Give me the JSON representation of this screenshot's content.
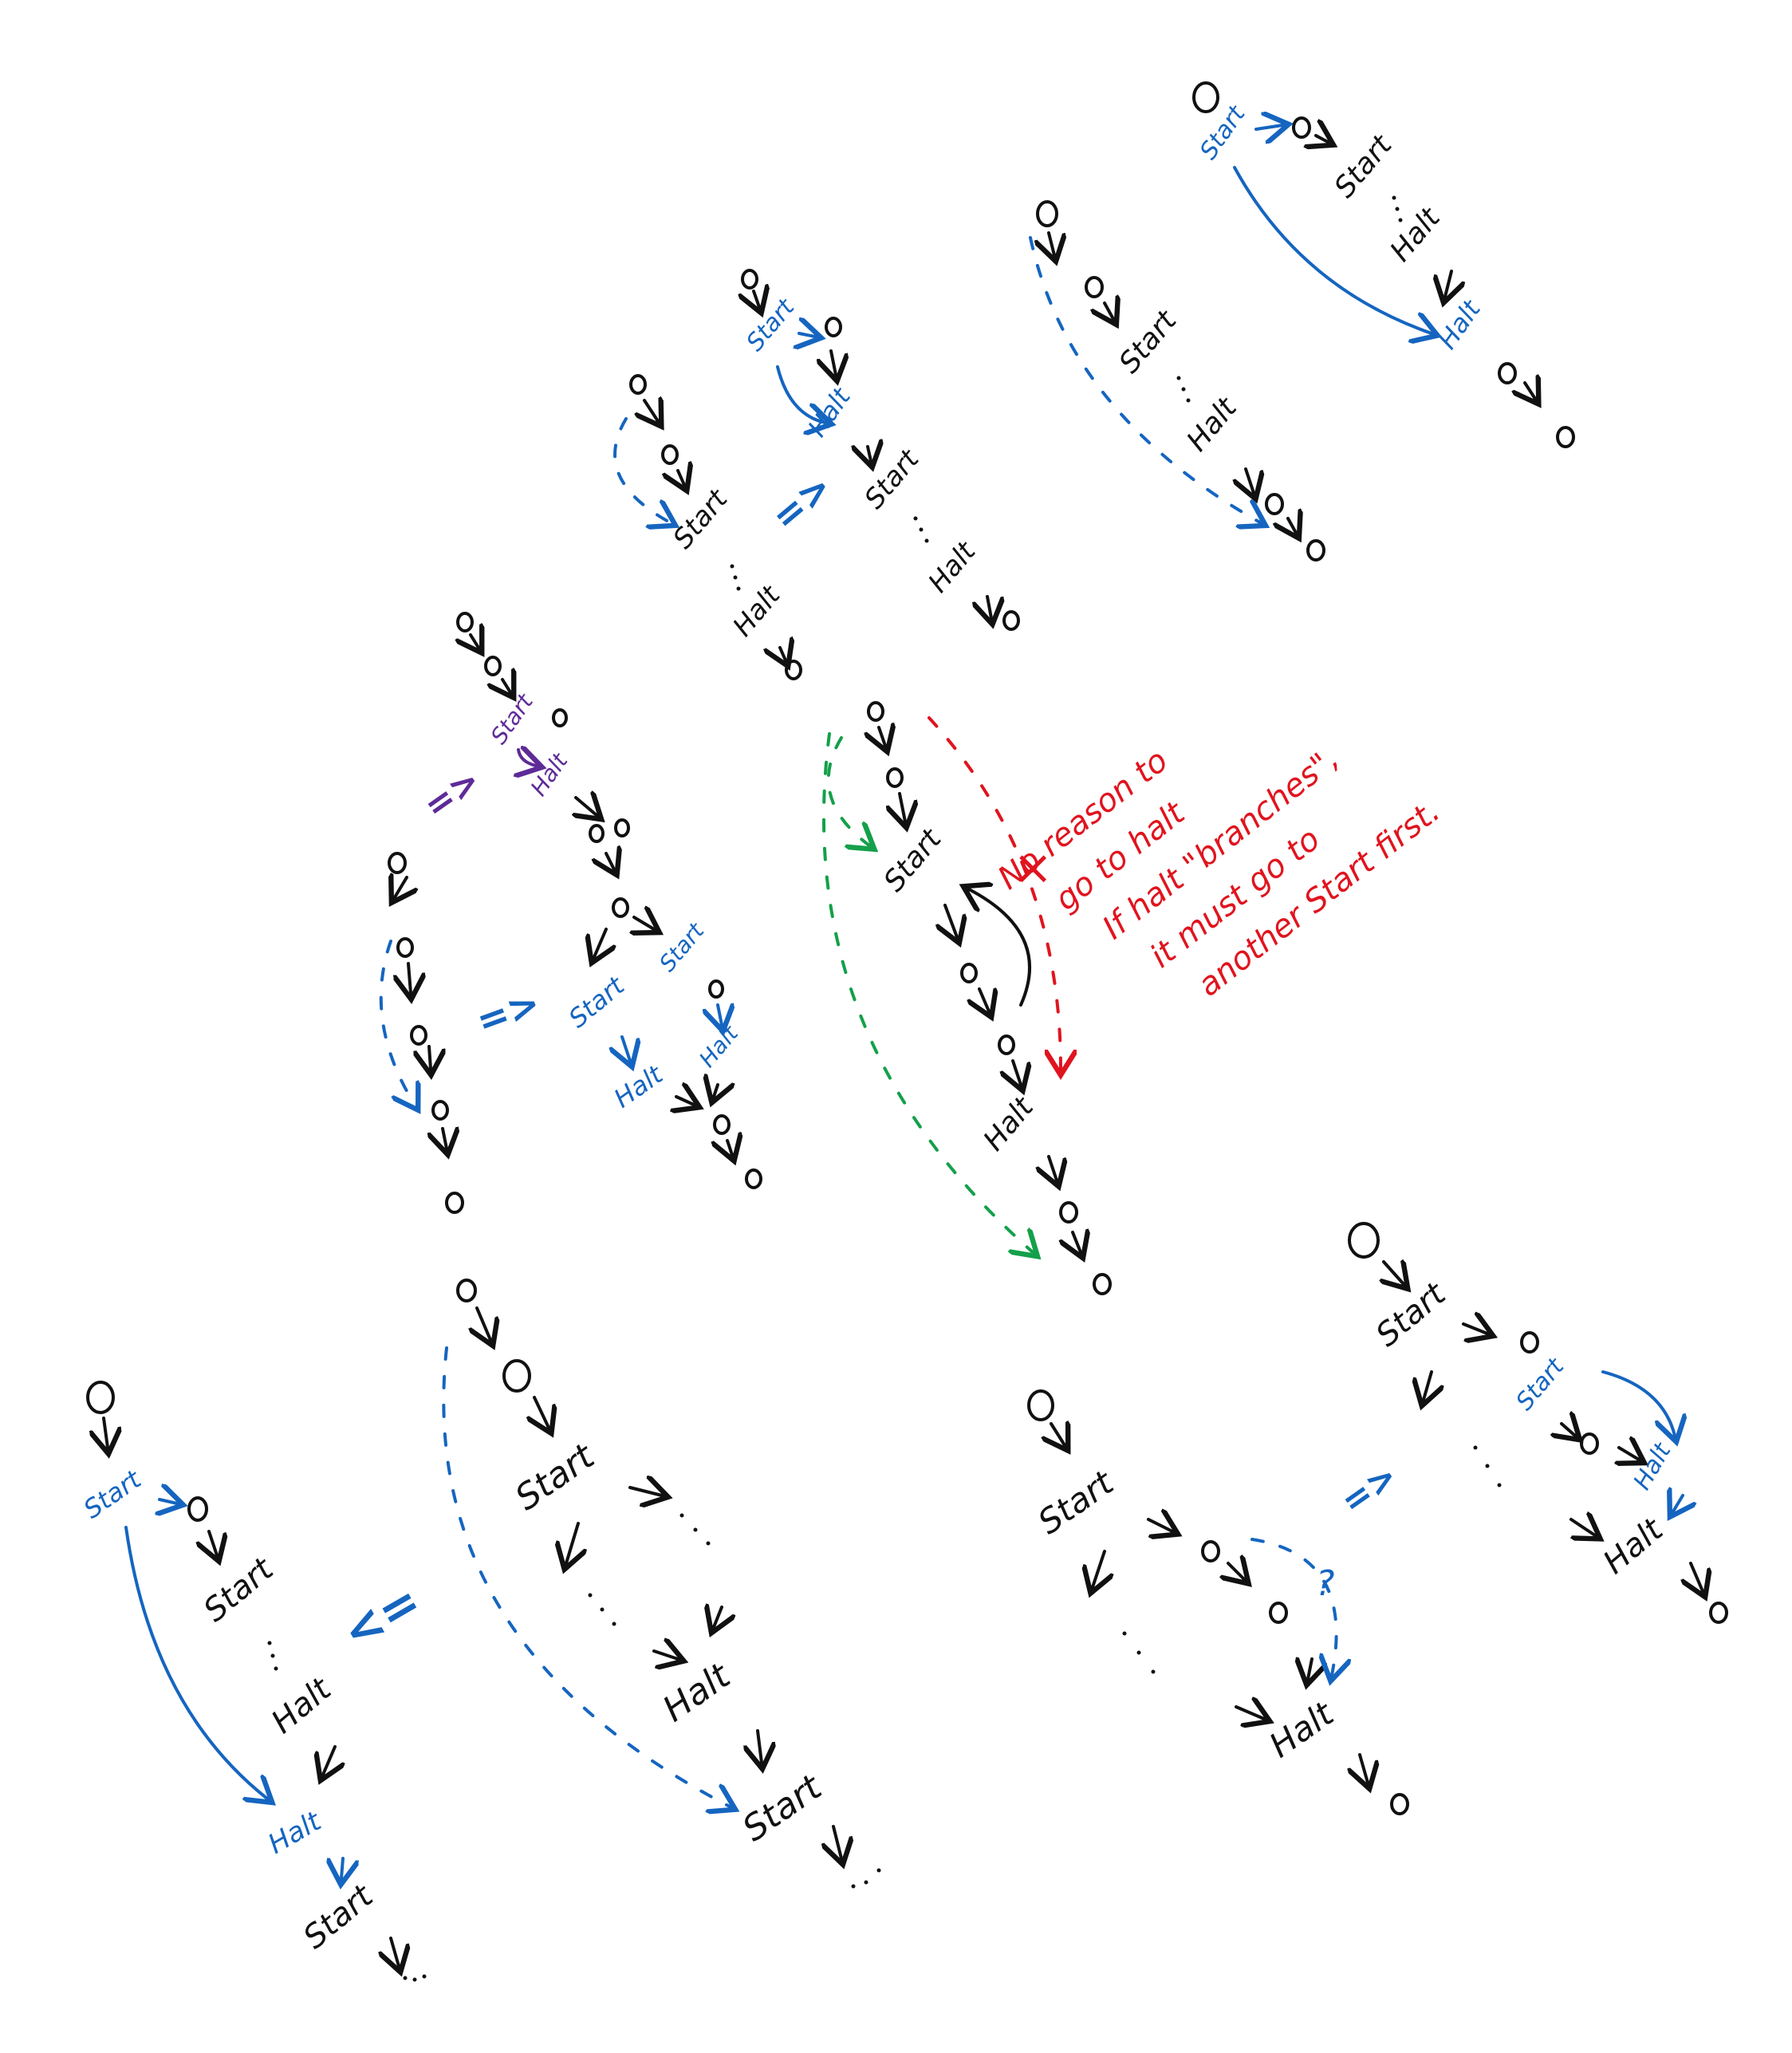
{
  "labels": {
    "start": "Start",
    "halt": "Halt",
    "node": "o",
    "implies": "=>",
    "implied_by": "<=",
    "ellipsis": "...",
    "question": "?",
    "cross": "×"
  },
  "note": {
    "line1": "No reason to",
    "line2": "go to halt",
    "line3": "If halt \"branches\",",
    "line4": "it must go to",
    "line5": "another Start first."
  },
  "colors": {
    "ink": "#111111",
    "blue": "#1565c0",
    "purple": "#5e2b97",
    "red": "#e0141e",
    "green": "#14a04a"
  }
}
